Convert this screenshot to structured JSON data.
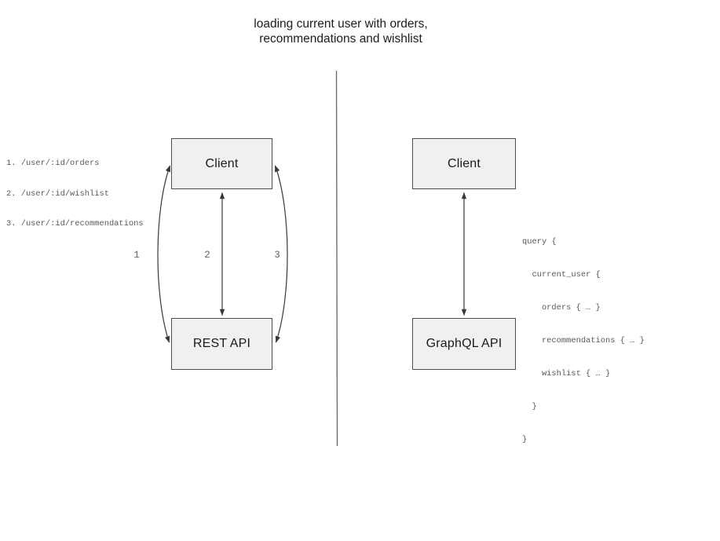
{
  "title": {
    "line1": "loading current user with orders,",
    "line2": "recommendations and wishlist"
  },
  "left_diagram": {
    "client_box": "Client",
    "api_box": "REST API",
    "endpoints": [
      "1. /user/:id/orders",
      "2. /user/:id/wishlist",
      "3. /user/:id/recommendations"
    ],
    "arrow_labels": [
      "1",
      "2",
      "3"
    ]
  },
  "right_diagram": {
    "client_box": "Client",
    "api_box": "GraphQL API",
    "query_lines": [
      "query {",
      "  current_user {",
      "    orders { … }",
      "    recommendations { … }",
      "    wishlist { … }",
      "  }",
      "}"
    ]
  },
  "colors": {
    "box_fill": "#f0f0f0",
    "box_border": "#4d4d4d",
    "arrow": "#383838",
    "divider": "#6e6e6e",
    "code_text": "#585858"
  }
}
